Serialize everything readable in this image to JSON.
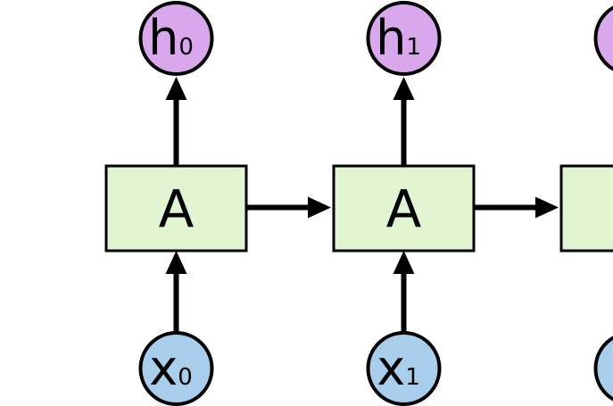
{
  "diagram": {
    "colors": {
      "cell_fill": "#e1f5d3",
      "output_fill": "#d9a8ec",
      "input_fill": "#a8ceec",
      "stroke": "#000000"
    },
    "steps": [
      {
        "cell_label": "A",
        "output": {
          "letter": "h",
          "subscript": "0"
        },
        "input": {
          "letter": "x",
          "subscript": "0"
        }
      },
      {
        "cell_label": "A",
        "output": {
          "letter": "h",
          "subscript": "1"
        },
        "input": {
          "letter": "x",
          "subscript": "1"
        }
      },
      {
        "cell_label": "A",
        "output": {
          "letter": "",
          "subscript": ""
        },
        "input": {
          "letter": "",
          "subscript": ""
        }
      }
    ]
  }
}
